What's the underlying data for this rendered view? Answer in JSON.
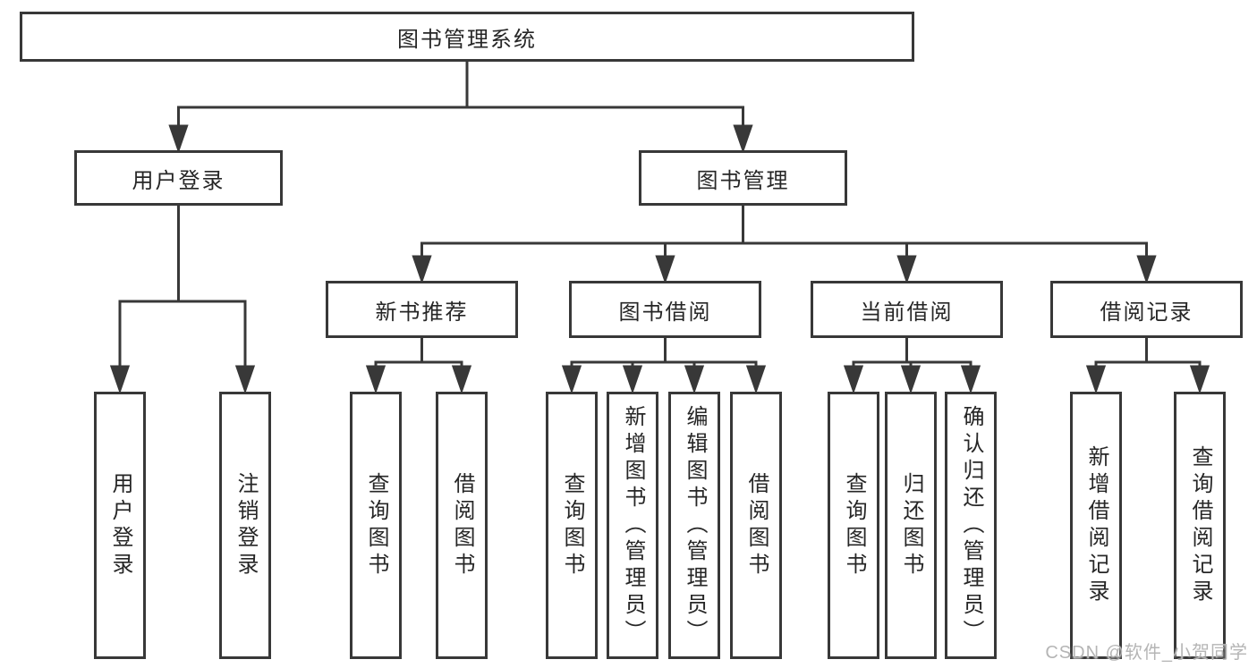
{
  "diagram": {
    "root": {
      "label": "图书管理系统"
    },
    "branches": [
      {
        "label": "用户登录",
        "children": [
          {
            "label": "用户登录"
          },
          {
            "label": "注销登录"
          }
        ]
      },
      {
        "label": "图书管理",
        "children": [
          {
            "label": "新书推荐",
            "children": [
              {
                "label": "查询图书"
              },
              {
                "label": "借阅图书"
              }
            ]
          },
          {
            "label": "图书借阅",
            "children": [
              {
                "label": "查询图书"
              },
              {
                "label": "新增图书（管理员）"
              },
              {
                "label": "编辑图书（管理员）"
              },
              {
                "label": "借阅图书"
              }
            ]
          },
          {
            "label": "当前借阅",
            "children": [
              {
                "label": "查询图书"
              },
              {
                "label": "归还图书"
              },
              {
                "label": "确认归还（管理员）"
              }
            ]
          },
          {
            "label": "借阅记录",
            "children": [
              {
                "label": "新增借阅记录"
              },
              {
                "label": "查询借阅记录"
              }
            ]
          }
        ]
      }
    ]
  },
  "watermark": {
    "text": "CSDN @软件_小贺同学"
  },
  "colors": {
    "line": "#383838",
    "box_border": "#383838",
    "box_fill": "#ffffff",
    "text": "#262626",
    "watermark_text": "#b5b5b5",
    "background": "#ffffff"
  }
}
